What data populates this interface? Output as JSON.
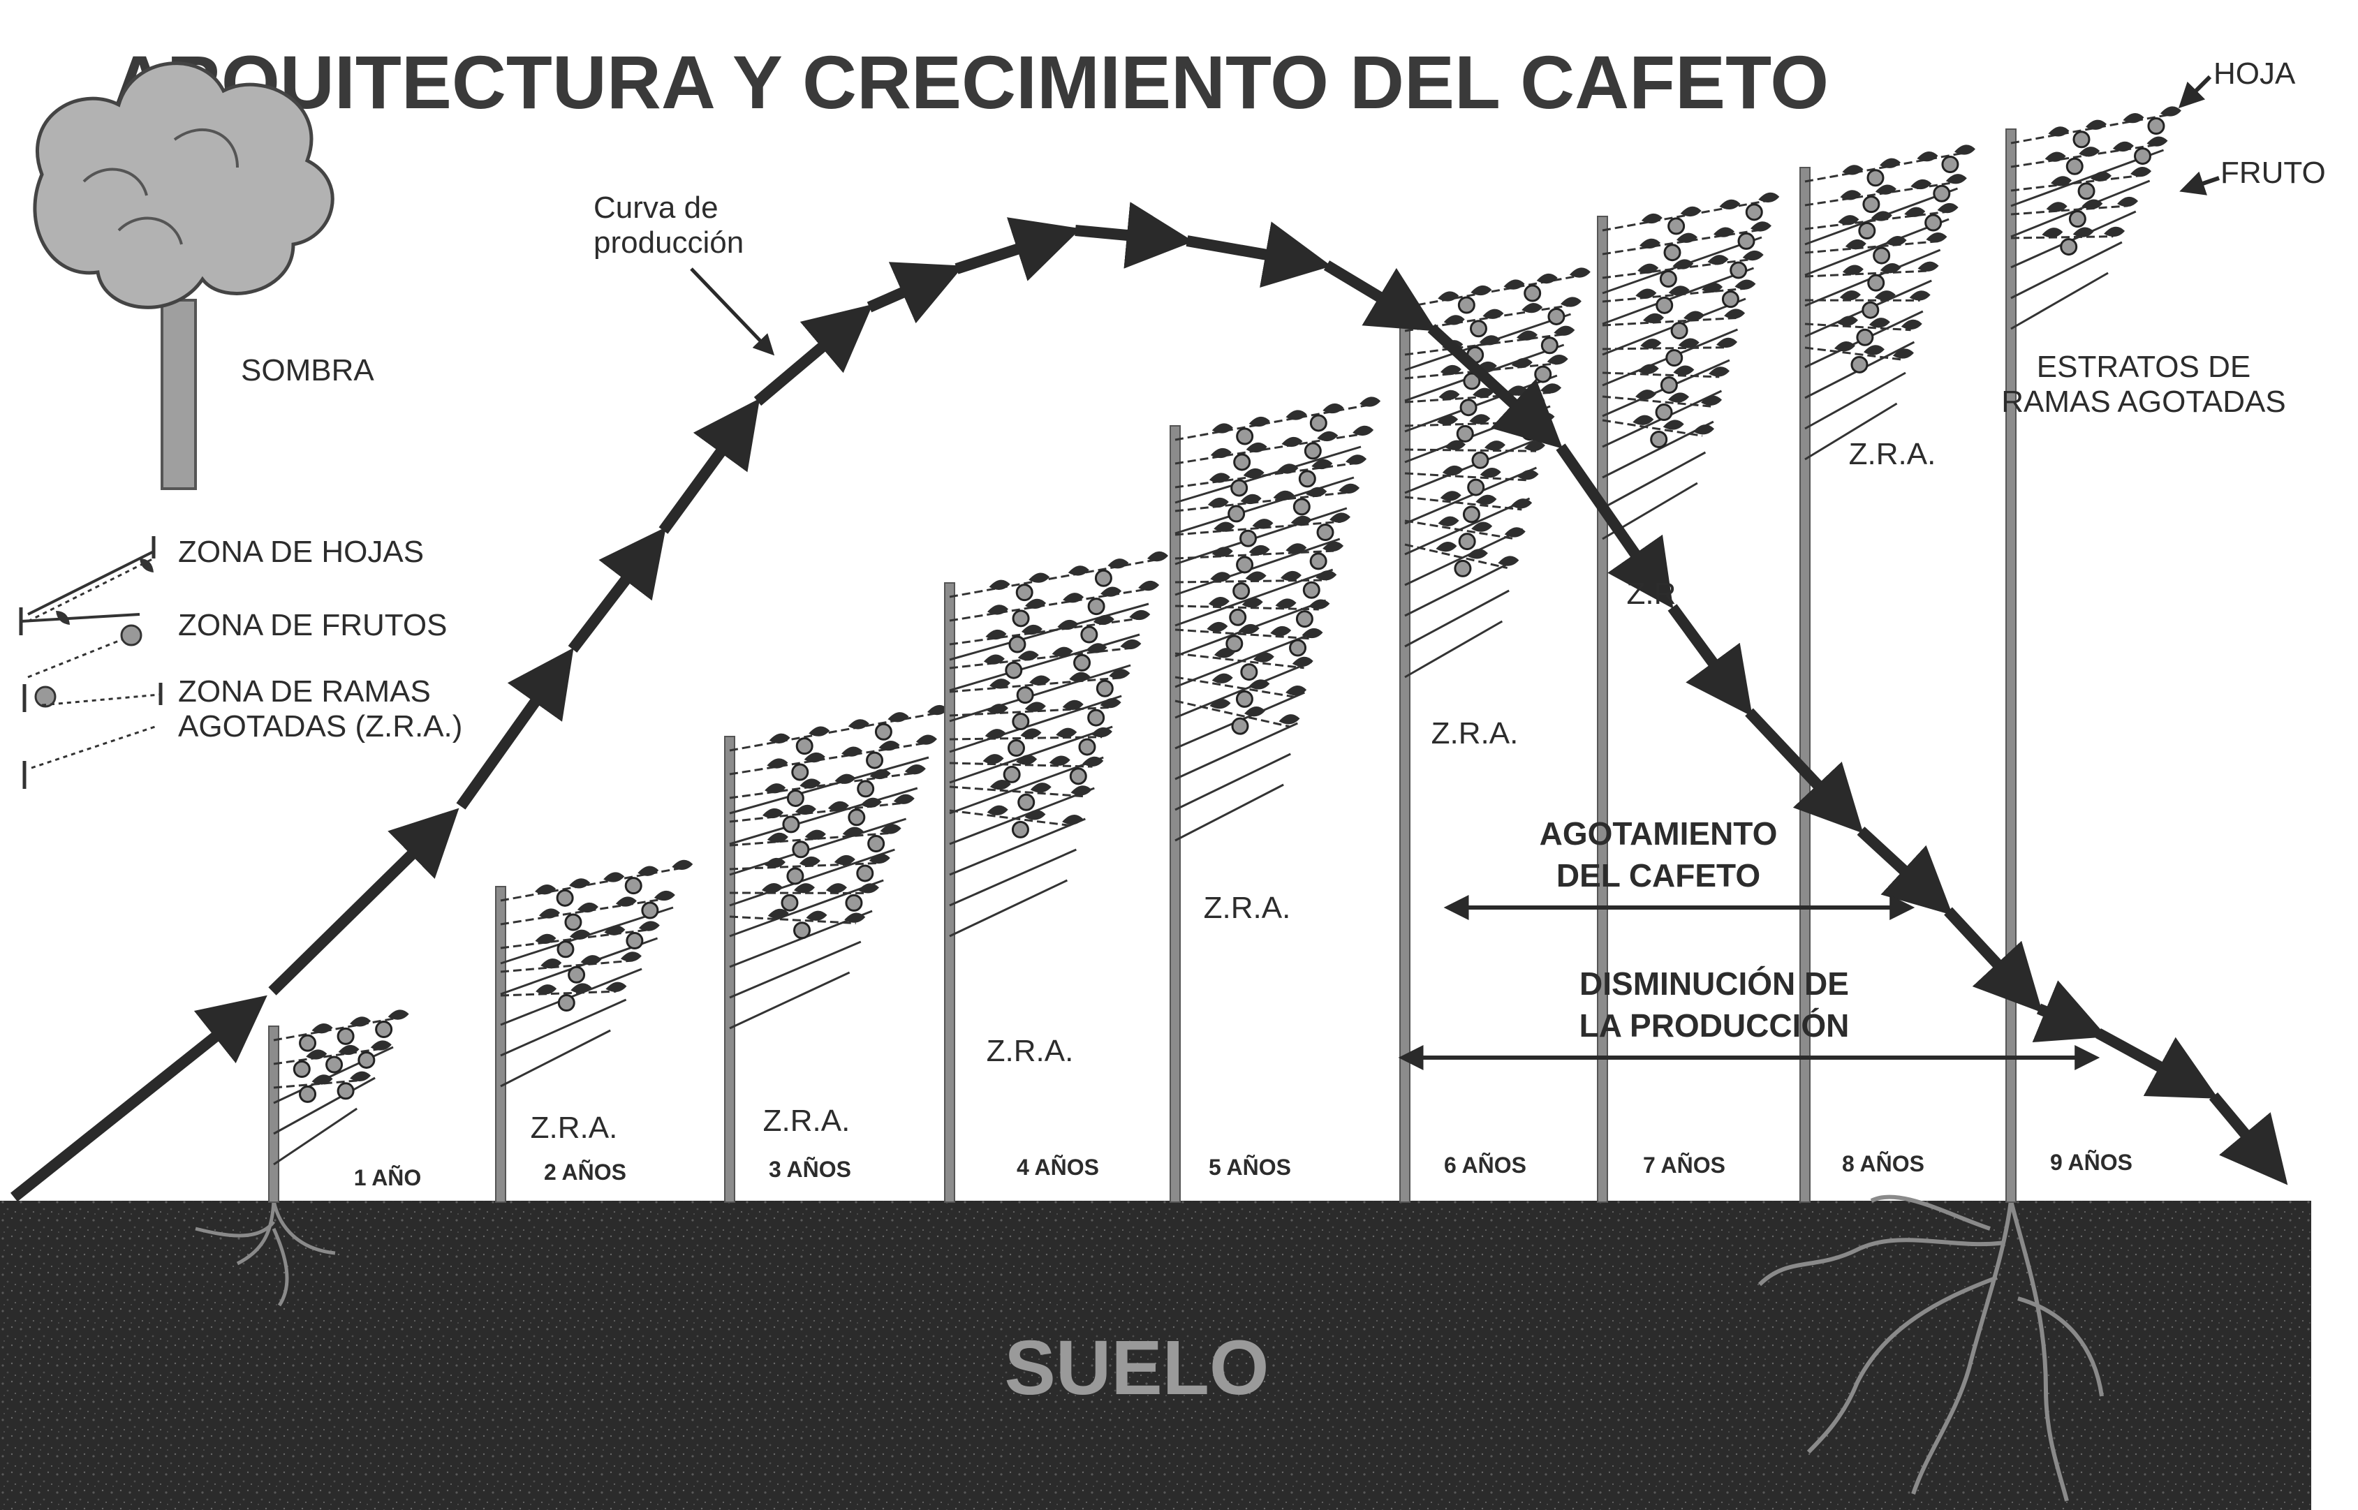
{
  "title": "ARQUITECTURA Y CRECIMIENTO DEL CAFETO",
  "shade_label": "SOMBRA",
  "curve_label": [
    "Curva de",
    "producción"
  ],
  "legend": {
    "leaves": "ZONA DE HOJAS",
    "fruits": "ZONA DE FRUTOS",
    "exhausted": [
      "ZONA DE RAMAS",
      "AGOTADAS (Z.R.A.)"
    ]
  },
  "callouts": {
    "leaf": "HOJA",
    "fruit": "FRUTO",
    "strata": [
      "ESTRATOS DE",
      "RAMAS AGOTADAS"
    ]
  },
  "zra": "Z.R.A.",
  "zra_partial": "Z.R",
  "years": [
    "1 AÑO",
    "2 AÑOS",
    "3 AÑOS",
    "4 AÑOS",
    "5 AÑOS",
    "6 AÑOS",
    "7 AÑOS",
    "8 AÑOS",
    "9 AÑOS"
  ],
  "exhaustion": [
    "AGOTAMIENTO",
    "DEL CAFETO"
  ],
  "decline": [
    "DISMINUCIÓN DE",
    "LA PRODUCCIÓN"
  ],
  "soil": "SUELO",
  "colors": {
    "ink": "#2a2a2a",
    "soil": "#2b2b2b",
    "stem": "#8a8a8a",
    "tree": "#a9a9a9"
  }
}
